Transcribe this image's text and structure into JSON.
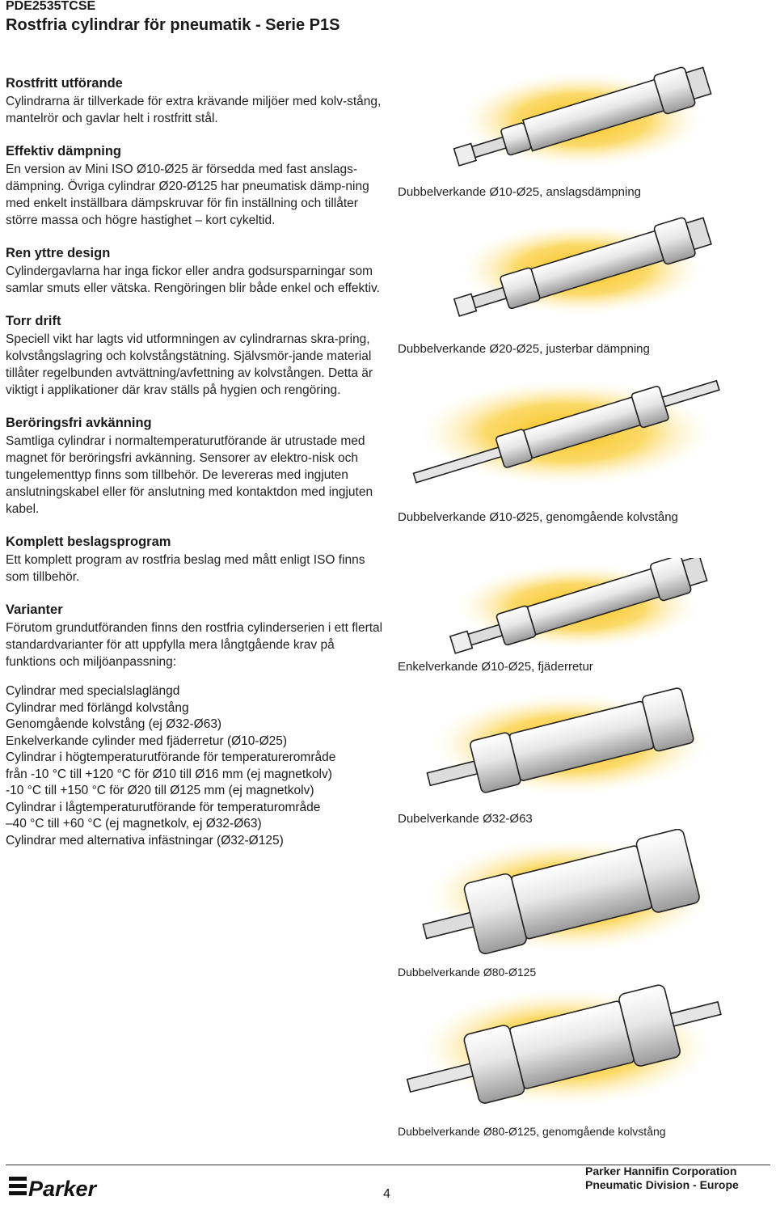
{
  "header": {
    "doc_code": "PDE2535TCSE",
    "title": "Rostfria cylindrar för pneumatik - Serie P1S"
  },
  "sections": [
    {
      "heading": "Rostfritt utförande",
      "body": "Cylindrarna är tillverkade för extra krävande miljöer med kolv-stång, mantelrör och gavlar helt i rostfritt stål."
    },
    {
      "heading": "Effektiv dämpning",
      "body": "En version av Mini ISO Ø10-Ø25 är försedda med fast anslags-dämpning. Övriga cylindrar Ø20-Ø125 har pneumatisk dämp-ning med enkelt inställbara dämpskruvar för fin inställning och tillåter större massa och högre hastighet – kort cykeltid."
    },
    {
      "heading": "Ren yttre design",
      "body": "Cylindergavlarna har inga fickor eller andra godsursparningar som samlar smuts eller vätska. Rengöringen blir både enkel och effektiv."
    },
    {
      "heading": "Torr drift",
      "body": "Speciell vikt har lagts vid utformningen av cylindrarnas skra-pring, kolvstångslagring och kolvstångstätning. Självsmör-jande material tillåter regelbunden avtvättning/avfettning av kolvstången. Detta är viktigt i applikationer där krav ställs på hygien och rengöring."
    },
    {
      "heading": "Beröringsfri avkänning",
      "body": "Samtliga cylindrar i normaltemperaturutförande är utrustade med magnet för beröringsfri avkänning. Sensorer av elektro-nisk och tungelementtyp finns som tillbehör. De levereras med ingjuten anslutningskabel eller för anslutning med kontaktdon med ingjuten kabel."
    },
    {
      "heading": "Komplett beslagsprogram",
      "body": "Ett komplett program av rostfria beslag med mått enligt ISO finns som tillbehör."
    },
    {
      "heading": "Varianter",
      "body": "Förutom grundutföranden finns den rostfria cylinderserien i ett flertal standardvarianter för att uppfylla mera långtgående krav på funktions och miljöanpassning:"
    }
  ],
  "variants": [
    "Cylindrar med specialslaglängd",
    "Cylindrar med förlängd kolvstång",
    "Genomgående kolvstång (ej Ø32-Ø63)",
    "Enkelverkande cylinder med fjäderretur (Ø10-Ø25)",
    "Cylindrar i högtemperaturutförande för temperaturerområde",
    "från -10 °C till +120 °C för  Ø10 till Ø16 mm (ej magnetkolv)",
    "-10 °C till +150 °C för Ø20 till Ø125 mm (ej magnetkolv)",
    "Cylindrar i lågtemperaturutförande för temperaturområde",
    "–40 °C till +60 °C (ej magnetkolv, ej Ø32-Ø63)",
    "Cylindrar med alternativa infästningar (Ø32-Ø125)"
  ],
  "illustrations": [
    {
      "caption": "Dubbelverkande Ø10-Ø25, anslagsdämpning"
    },
    {
      "caption": "Dubbelverkande Ø20-Ø25, justerbar dämpning"
    },
    {
      "caption": "Dubbelverkande Ø10-Ø25, genomgående kolvstång"
    },
    {
      "caption": "Enkelverkande Ø10-Ø25, fjäderretur"
    },
    {
      "caption": "Dubelverkande Ø32-Ø63"
    },
    {
      "caption": "Dubbelverkande Ø80-Ø125"
    },
    {
      "caption": "Dubbelverkande Ø80-Ø125, genomgående kolvstång"
    }
  ],
  "footer": {
    "page_number": "4",
    "company": "Parker Hannifin Corporation",
    "division": "Pneumatic Division - Europe",
    "logo_text": "Parker"
  },
  "colors": {
    "glow": "#f7c21a",
    "text": "#1a1a1a"
  }
}
